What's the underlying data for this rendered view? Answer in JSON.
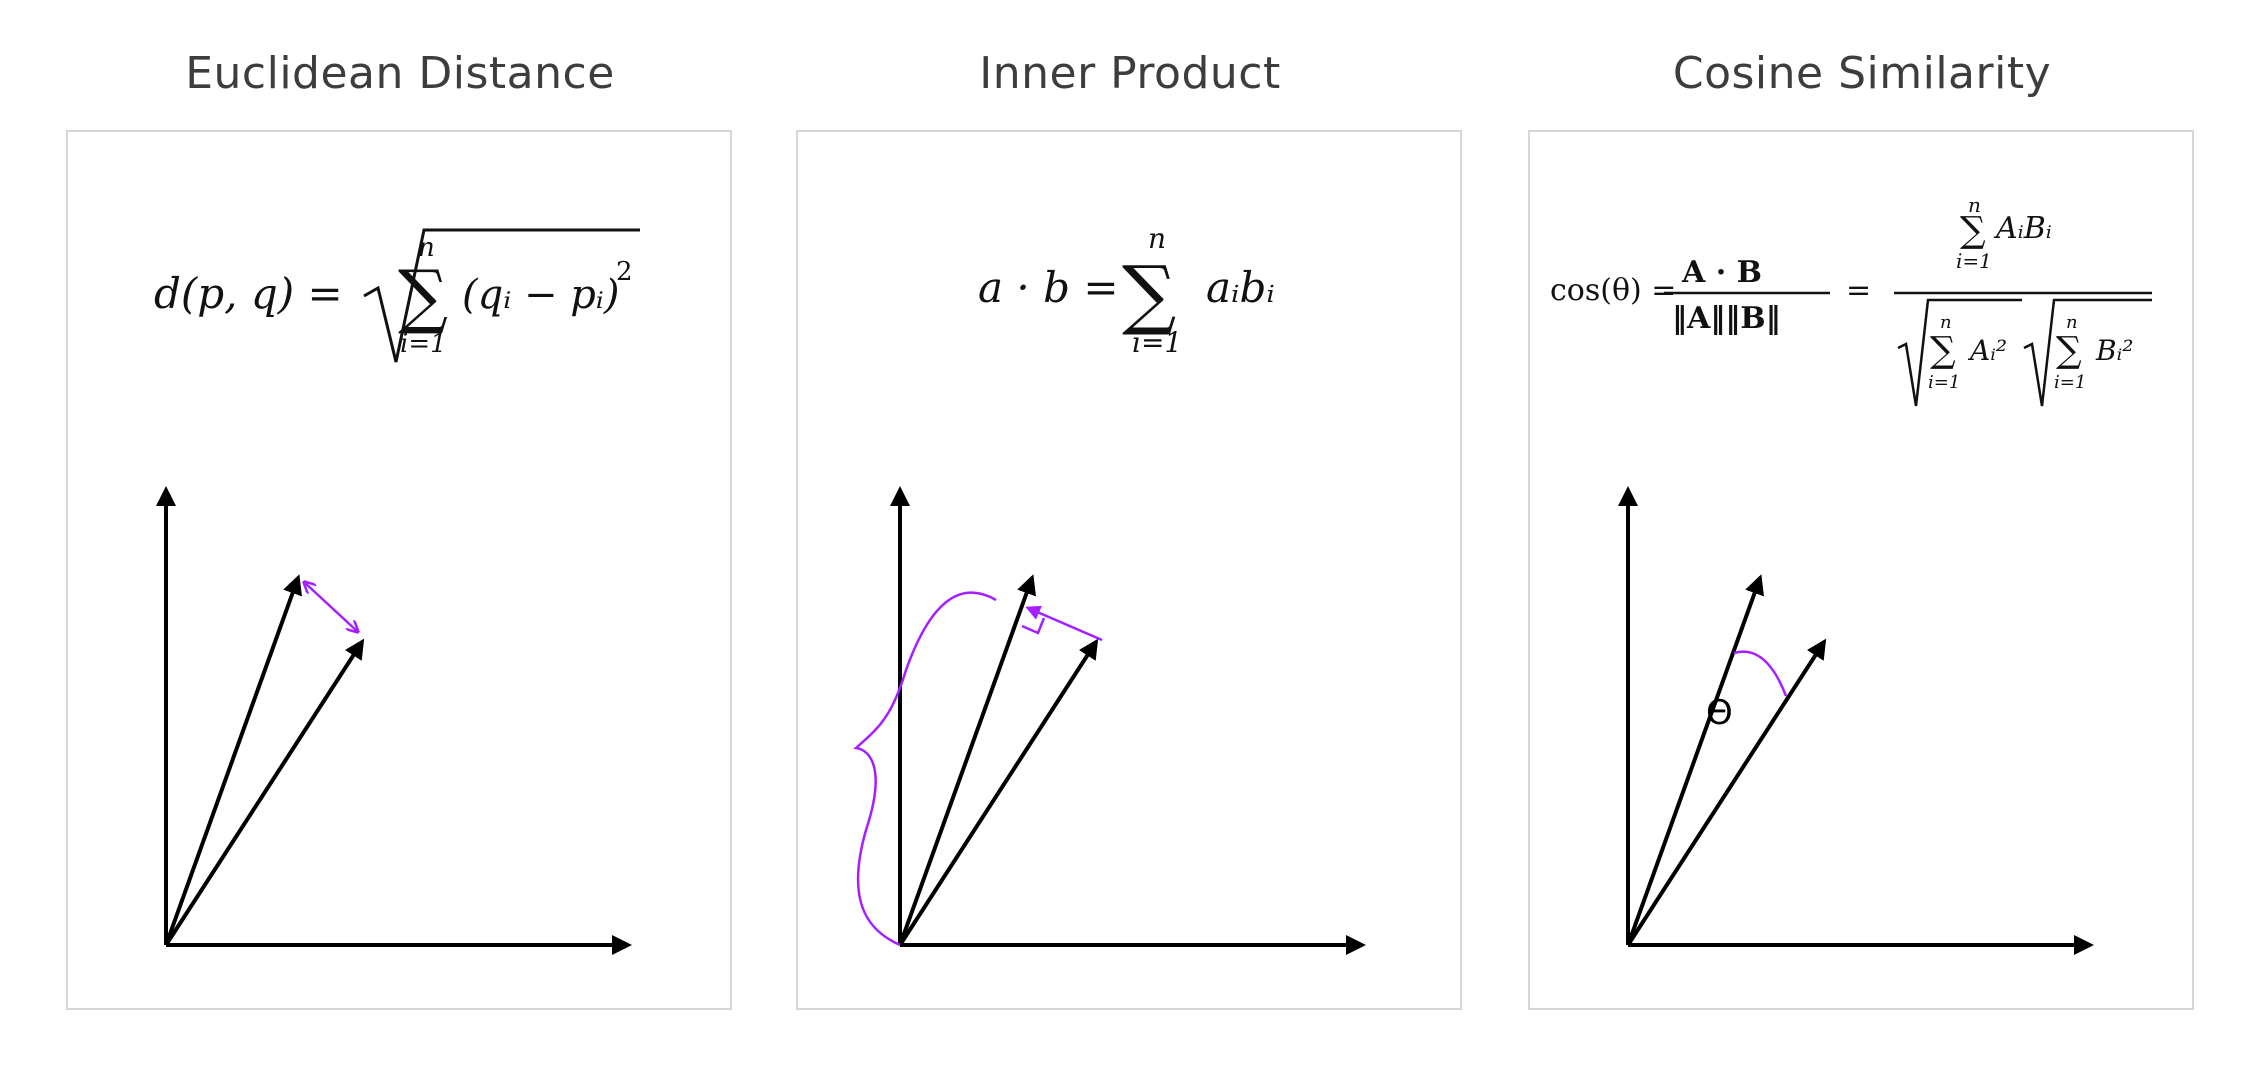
{
  "panels": [
    {
      "title": "Euclidean Distance",
      "formula": {
        "lhs": "d(p, q) =",
        "sum_top": "n",
        "sum_bottom": "i=1",
        "body": "(qᵢ − pᵢ)",
        "exp": "2"
      }
    },
    {
      "title": "Inner Product",
      "formula": {
        "lhs": "a · b =",
        "sum_top": "n",
        "sum_bottom": "i=1",
        "body": "aᵢbᵢ"
      }
    },
    {
      "title": "Cosine Similarity",
      "formula": {
        "lhs": "cos(θ) =",
        "frac1_num": "A · B",
        "frac1_den": "‖A‖‖B‖",
        "eq": "=",
        "sum_top": "n",
        "sum_bottom": "i=1",
        "num_body": "AᵢBᵢ",
        "den_body_a": "Aᵢ²",
        "den_body_b": "Bᵢ²"
      },
      "angle_label": "Θ"
    }
  ],
  "colors": {
    "accent": "#a51fff",
    "axis": "#000000",
    "frame": "#d6d6d9",
    "title": "#3d3d3f"
  }
}
